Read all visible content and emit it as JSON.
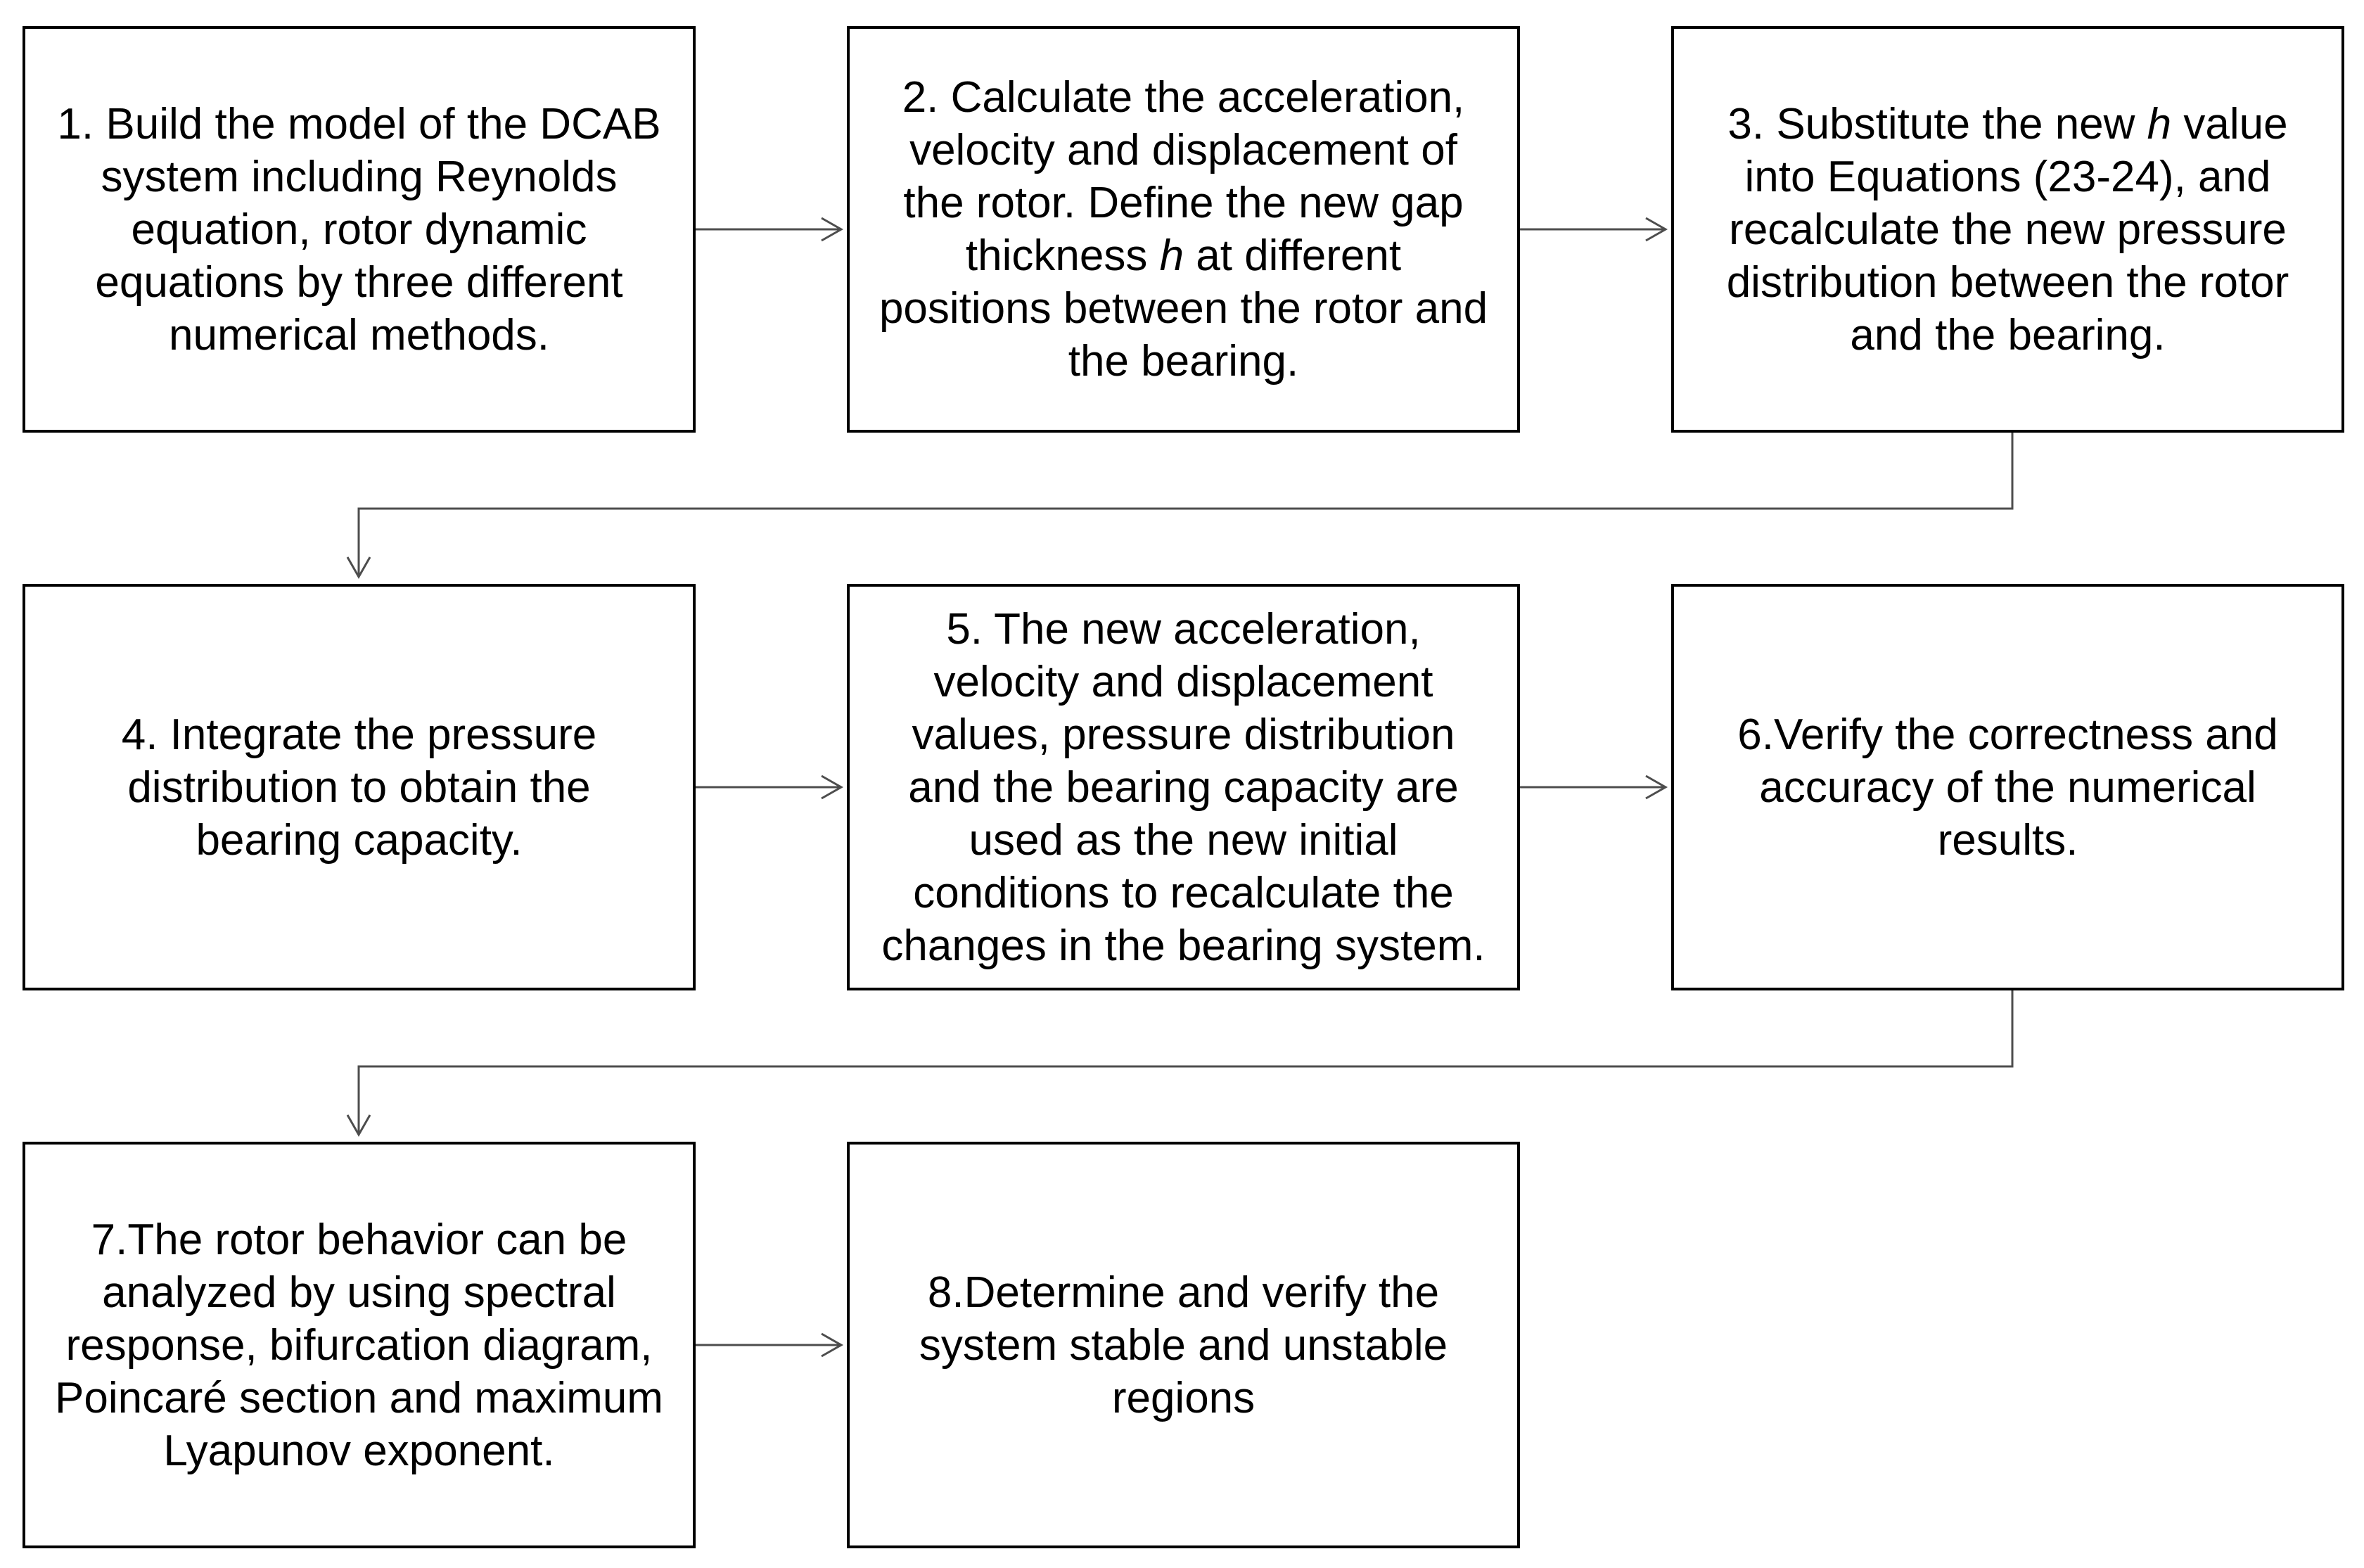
{
  "steps": [
    {
      "id": "1",
      "text": "1. Build the model of the DCAB system including Reynolds equation, rotor dynamic equations by three different numerical methods."
    },
    {
      "id": "2",
      "text_before_var": "2. Calculate the acceleration, velocity and displacement of the rotor. Define the new gap thickness ",
      "var": "h",
      "text_after_var": "  at different positions between the rotor and the bearing."
    },
    {
      "id": "3",
      "text_before_var": "3. Substitute the new ",
      "var": "h",
      "text_after_var": " value into Equations (23-24), and recalculate the new pressure distribution between the rotor and the bearing."
    },
    {
      "id": "4",
      "text": "4. Integrate the pressure distribution to obtain the bearing capacity."
    },
    {
      "id": "5",
      "text": "5. The new acceleration, velocity and displacement values, pressure distribution and the bearing capacity are used as the new initial conditions to recalculate the changes in the bearing system."
    },
    {
      "id": "6",
      "text": "6.Verify the correctness and accuracy of the numerical results."
    },
    {
      "id": "7",
      "text": "7.The rotor behavior can be analyzed by using spectral response, bifurcation diagram, Poincaré section and maximum Lyapunov exponent."
    },
    {
      "id": "8",
      "text": "8.Determine and verify the system stable and unstable regions"
    }
  ],
  "colors": {
    "border": "#000000",
    "arrow": "#4d4d4d",
    "text": "#000000",
    "background": "#ffffff"
  }
}
